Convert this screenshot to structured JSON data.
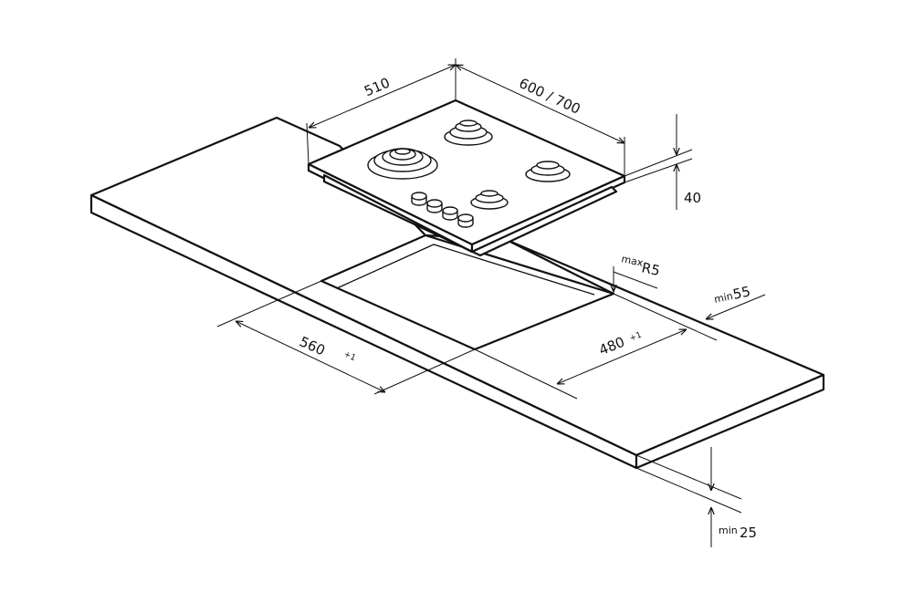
{
  "diagram": {
    "colors": {
      "line": "#111111",
      "background": "#ffffff"
    },
    "dimensions": {
      "hob_depth": "510",
      "hob_width": "600 / 700",
      "hob_height": "40",
      "corner_radius_prefix": "max",
      "corner_radius": "R5",
      "front_edge_prefix": "min",
      "front_edge": "55",
      "cutout_width": "560",
      "cutout_width_tolerance": "+1",
      "cutout_depth": "480",
      "cutout_depth_tolerance": "+1",
      "worktop_thickness_prefix": "min",
      "worktop_thickness": "25"
    }
  }
}
